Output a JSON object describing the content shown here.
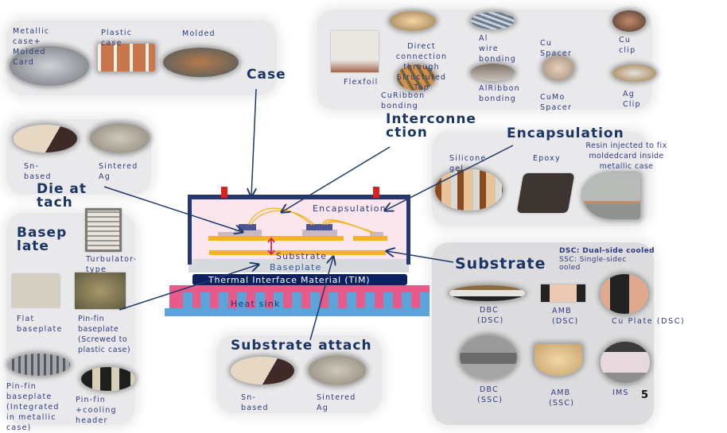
{
  "case": {
    "title": "Case",
    "items": [
      "Metallic case+ Molded Card",
      "Plastic case",
      "Molded"
    ]
  },
  "interconnection": {
    "title": "Interconnection",
    "items": [
      "Flexfoil",
      "Direct connection through Structured Top",
      "CuRibbon bonding",
      "Al wire bonding",
      "AlRibbon bonding",
      "Cu Spacer",
      "CuMo Spacer",
      "Cu clip",
      "Ag Clip"
    ]
  },
  "die_attach": {
    "title": "Die attach",
    "items": [
      "Sn-based",
      "Sintered Ag"
    ]
  },
  "baseplate": {
    "title": "Baseplate",
    "items": [
      "Turbulator- type",
      "Flat baseplate",
      "Pin-fin baseplate (Screwed to plastic case)",
      "Pin-fin baseplate (Integrated in metallic case)",
      "Pin-fin +cooling header"
    ]
  },
  "encapsulation": {
    "title": "Encapsulation",
    "items": [
      "Silicone gel",
      "Epoxy",
      "Resin injected to fix moldedcard inside metallic case"
    ]
  },
  "substrate": {
    "title": "Substrate",
    "note_dsc": "DSC: Dual-side cooled",
    "note_ssc": "SSC: Single-sidec ooled",
    "items": [
      "DBC (DSC)",
      "AMB (DSC)",
      "Cu Plate (DSC)",
      "DBC (SSC)",
      "AMB (SSC)",
      "IMS"
    ]
  },
  "substrate_attach": {
    "title": "Substrate attach",
    "items": [
      "Sn-based",
      "Sintered Ag"
    ]
  },
  "diagram": {
    "encapsulation": "Encapsulation",
    "substrate": "Substrate",
    "baseplate": "Baseplate",
    "tim": "Thermal Interface Material (TIM)",
    "heatsink": "Heat sink"
  },
  "page_number": "5",
  "colors": {
    "title": "#1a3463",
    "label": "#2e3a80",
    "arrow": "#1f3a6a",
    "copper": "#f5b324",
    "tim": "#0a2060",
    "heatsink": "#e85a8a",
    "fins": "#5ba3d8"
  }
}
